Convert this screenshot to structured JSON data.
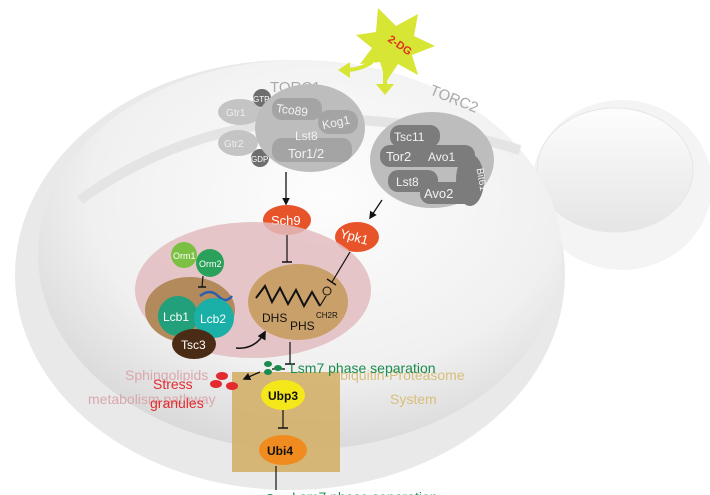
{
  "stimulus": {
    "label": "2-DG",
    "color": "#d7e534",
    "text_color": "#e0301e"
  },
  "torc1": {
    "title": "TORC1",
    "gtpases": [
      "Gtr1",
      "Gtr2"
    ],
    "nucleotides": [
      "GTP",
      "GDP"
    ],
    "subunits": [
      "Tco89",
      "Kog1",
      "Lst8",
      "Tor1/2"
    ]
  },
  "torc2": {
    "title": "TORC2",
    "subunits": [
      "Tsc11",
      "Tor2",
      "Avo1",
      "Lst8",
      "Avo2",
      "Bit61"
    ]
  },
  "kinases": {
    "sch9": "Sch9",
    "ypk1": "Ypk1",
    "color": "#e8542a"
  },
  "sphingolipid": {
    "orm": [
      "Orm1",
      "Orm2"
    ],
    "spt": [
      "Lcb1",
      "Lcb2",
      "Tsc3"
    ],
    "lipids": [
      "DHS",
      "PHS"
    ],
    "chem": "CH2R",
    "pathway_label_line1": "Sphingolipids",
    "pathway_label_line2": "metabolism pathway"
  },
  "ups": {
    "label_line1": "Ubiquitin-Proteasome",
    "label_line2": "System",
    "ubp3": "Ubp3",
    "ubi4": "Ubi4"
  },
  "outputs": {
    "lsm7": "Lsm7 phase separation",
    "stress_line1": "Stress",
    "stress_line2": "granules"
  },
  "colors": {
    "torc_text": "#a9a9a9",
    "pathway_text": "#d9a7ad",
    "ups_text": "#d8be7a",
    "lsm7": "#1a8c4f",
    "stress": "#e32a2e"
  }
}
